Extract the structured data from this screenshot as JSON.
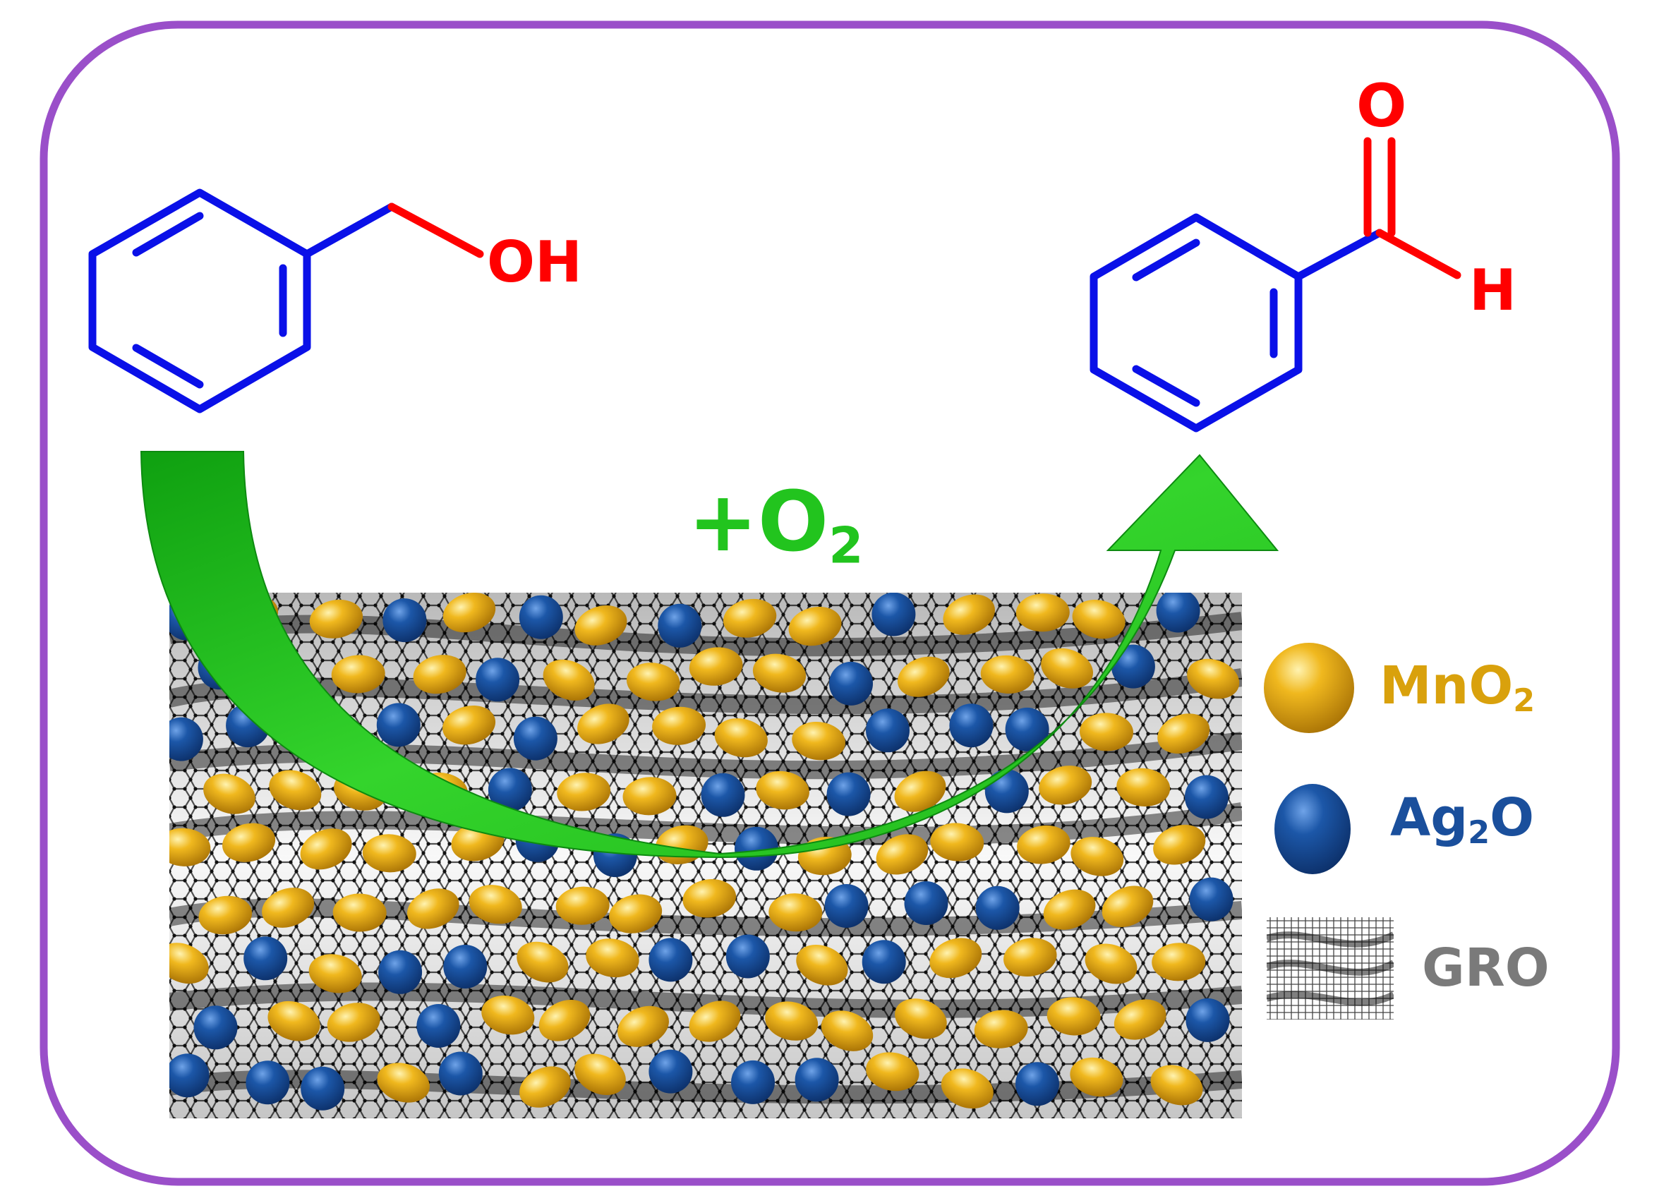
{
  "reactant": {
    "group_label": "OH"
  },
  "product": {
    "oxygen_label": "O",
    "hydrogen_label": "H"
  },
  "reagent": {
    "prefix": "+O",
    "subscript": "2"
  },
  "legend": {
    "mno2_main": "MnO",
    "mno2_sub": "2",
    "ag2o_main": "Ag",
    "ag2o_sub": "2",
    "ag2o_tail": "O",
    "gro_label": "GRO"
  },
  "colors": {
    "frame": "#9a4fc9",
    "ring": "#0a10e8",
    "heteroatom": "#ff0000",
    "arrow": "#22c41e",
    "mno2": "#d9a10c",
    "ag2o": "#1a4f9c",
    "gro_text": "#7a7a7a"
  }
}
